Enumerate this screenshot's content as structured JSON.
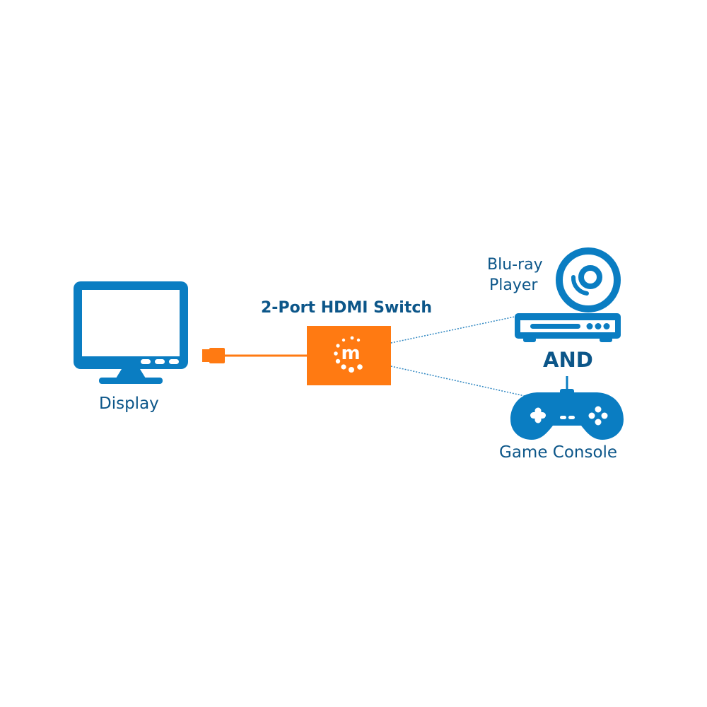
{
  "diagram": {
    "title": "2-Port HDMI Switch",
    "nodes": {
      "display": {
        "label": "Display",
        "icon": "monitor-icon"
      },
      "switch": {
        "label": "2-Port HDMI Switch",
        "icon": "manhattan-logo-icon",
        "logo_letter": "m"
      },
      "bluray": {
        "label_line1": "Blu-ray",
        "label_line2": "Player",
        "icon": "bluray-player-icon"
      },
      "console": {
        "label": "Game Console",
        "icon": "gamepad-icon"
      }
    },
    "connector_text": "AND",
    "colors": {
      "device_blue": "#0a7dc2",
      "text_blue": "#0c5689",
      "switch_orange": "#ff7a12",
      "cable_orange": "#ff7a12",
      "link_line": "#2e86c1",
      "background": "#ffffff"
    },
    "edges": [
      {
        "from": "display",
        "to": "switch",
        "style": "solid-cable"
      },
      {
        "from": "switch",
        "to": "bluray",
        "style": "dotted"
      },
      {
        "from": "switch",
        "to": "console",
        "style": "dotted"
      }
    ]
  }
}
